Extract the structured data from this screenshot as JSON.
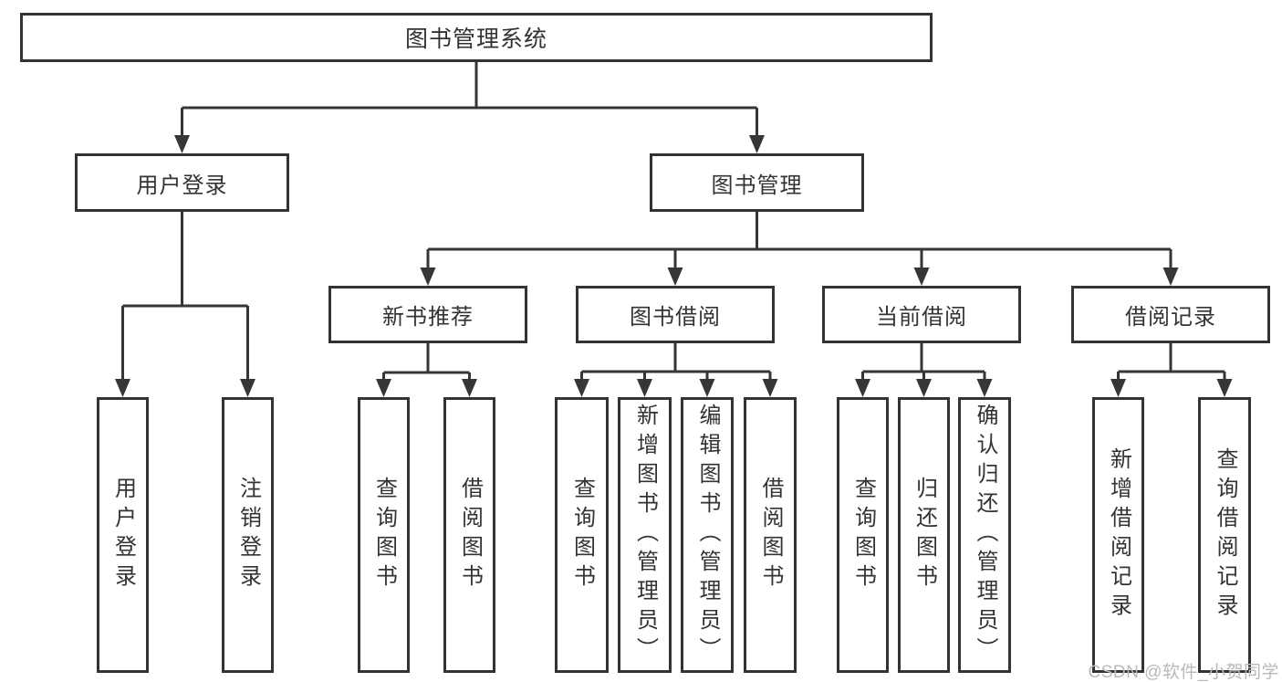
{
  "tree": {
    "label": "图书管理系统",
    "children": [
      {
        "label": "用户登录",
        "children": [
          {
            "label": "用户登录"
          },
          {
            "label": "注销登录"
          }
        ]
      },
      {
        "label": "图书管理",
        "children": [
          {
            "label": "新书推荐",
            "children": [
              {
                "label": "查询图书"
              },
              {
                "label": "借阅图书"
              }
            ]
          },
          {
            "label": "图书借阅",
            "children": [
              {
                "label": "查询图书"
              },
              {
                "label": "新增图书（管理员）"
              },
              {
                "label": "编辑图书（管理员）"
              },
              {
                "label": "借阅图书"
              }
            ]
          },
          {
            "label": "当前借阅",
            "children": [
              {
                "label": "查询图书"
              },
              {
                "label": "归还图书"
              },
              {
                "label": "确认归还（管理员）"
              }
            ]
          },
          {
            "label": "借阅记录",
            "children": [
              {
                "label": "新增借阅记录"
              },
              {
                "label": "查询借阅记录"
              }
            ]
          }
        ]
      }
    ]
  },
  "colors": {
    "line": "#363636",
    "border": "#333333",
    "text": "#333333",
    "watermark": "#b9b9b9"
  },
  "watermark": {
    "text": "CSDN @软件_小贺同学"
  }
}
